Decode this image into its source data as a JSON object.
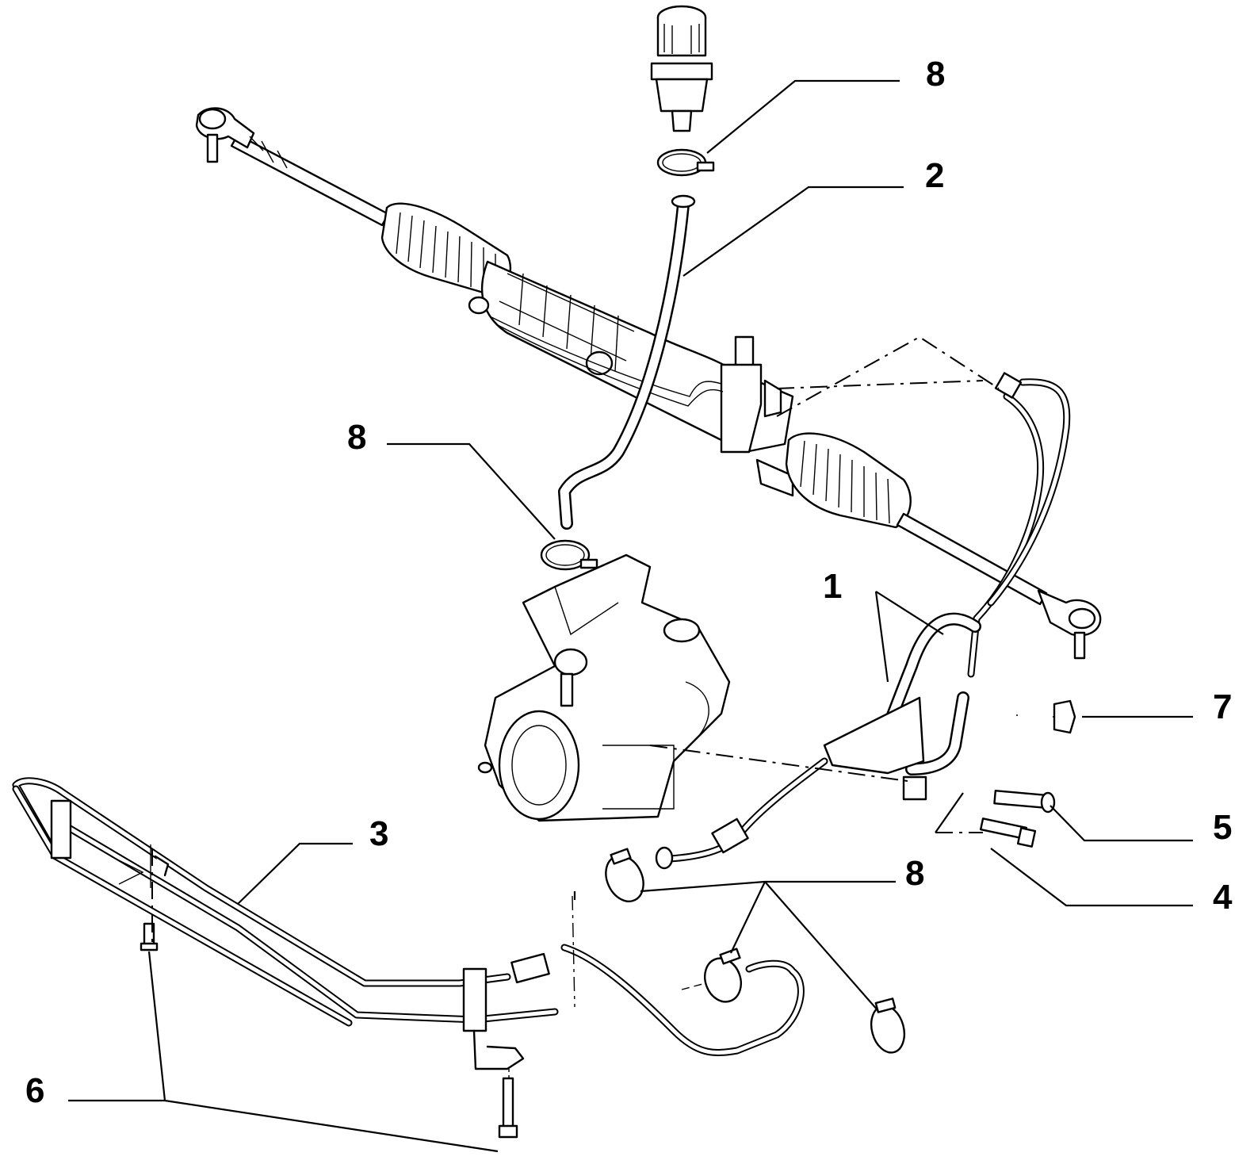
{
  "diagram": {
    "callouts": [
      {
        "id": "callout-1",
        "label": "1"
      },
      {
        "id": "callout-2",
        "label": "2"
      },
      {
        "id": "callout-3",
        "label": "3"
      },
      {
        "id": "callout-4",
        "label": "4"
      },
      {
        "id": "callout-5",
        "label": "5"
      },
      {
        "id": "callout-6",
        "label": "6"
      },
      {
        "id": "callout-7",
        "label": "7"
      },
      {
        "id": "callout-8-top",
        "label": "8"
      },
      {
        "id": "callout-8-mid",
        "label": "8"
      },
      {
        "id": "callout-8-bottom",
        "label": "8"
      }
    ]
  }
}
